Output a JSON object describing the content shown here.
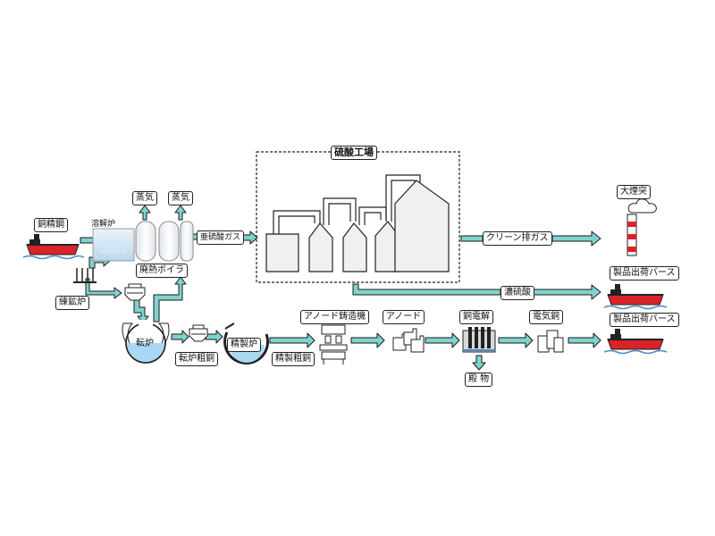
{
  "labels": {
    "copper_concentrate": "銅精鋼",
    "smelting_furnace": "溶解炉",
    "steam_1": "蒸気",
    "steam_2": "蒸気",
    "sulfurous_gas": "亜硫酸ガス",
    "sulfuric_plant": "硫酸工場",
    "smokestack": "大煙突",
    "clean_exhaust": "クリーン排ガス",
    "waste_heat_boiler": "廃熱ボイラ",
    "kiln": "練鉱炉",
    "concentrated_sulfuric": "濃硫酸",
    "product_berth_1": "製品出荷バース",
    "product_berth_2": "製品出荷バース",
    "converter": "転炉",
    "blister_copper": "転炉粗銅",
    "refining_furnace": "精製炉",
    "refined_blister": "精製粗銅",
    "anode_casting": "アノード鋳造機",
    "anode": "アノード",
    "electrolysis": "銅電解",
    "electrolytic_copper": "電気銅",
    "slime": "殿 物"
  },
  "colors": {
    "arrow_fill": "#7fd3cf",
    "arrow_stroke": "#1a1a1a",
    "ship_hull": "#d8232a",
    "ship_deck": "#222222",
    "water": "#7fb6e0",
    "liquid": "#a9d8f2",
    "stack_red": "#d8232a"
  },
  "icons": {
    "ship": "ship-icon",
    "furnace": "furnace-icon",
    "boiler": "boiler-icon",
    "tank": "tank-icon",
    "smokestack": "smokestack-icon",
    "ladle": "ladle-icon",
    "casting_machine": "casting-machine-icon",
    "anode_plates": "anode-plates-icon",
    "electrolysis_cell": "electrolysis-cell-icon",
    "copper_cathodes": "copper-cathodes-icon"
  }
}
